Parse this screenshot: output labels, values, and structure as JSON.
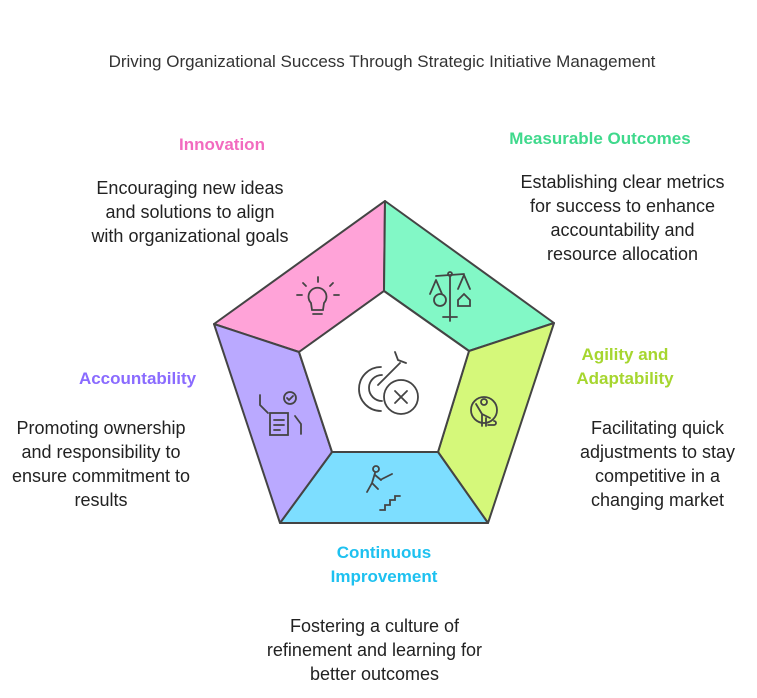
{
  "title": "Driving Organizational Success Through Strategic Initiative Management",
  "sections": [
    {
      "heading": "Innovation",
      "text": "Encouraging new ideas and solutions to align with organizational goals",
      "color": "#FFA3D8",
      "heading_color": "#F26BBF",
      "icon": "lightbulb-icon"
    },
    {
      "heading": "Measurable Outcomes",
      "text": "Establishing clear metrics for success to enhance accountability and resource allocation",
      "color": "#82F8C6",
      "heading_color": "#3FD98C",
      "icon": "balance-scale-icon"
    },
    {
      "heading": "Agility and Adaptability",
      "text": "Facilitating quick adjustments to stay competitive in a changing market",
      "color": "#D5F87A",
      "heading_color": "#A6D62F",
      "icon": "agile-person-icon"
    },
    {
      "heading": "Continuous Improvement",
      "text": "Fostering a culture of refinement and learning for better outcomes",
      "color": "#7DDEFF",
      "heading_color": "#1EC1F0",
      "icon": "climbing-stairs-icon"
    },
    {
      "heading": "Accountability",
      "text": "Promoting ownership and responsibility to ensure commitment to results",
      "color": "#BAA9FF",
      "heading_color": "#8A6BFF",
      "icon": "checklist-hands-icon"
    }
  ],
  "center_icon": "target-missed-icon"
}
